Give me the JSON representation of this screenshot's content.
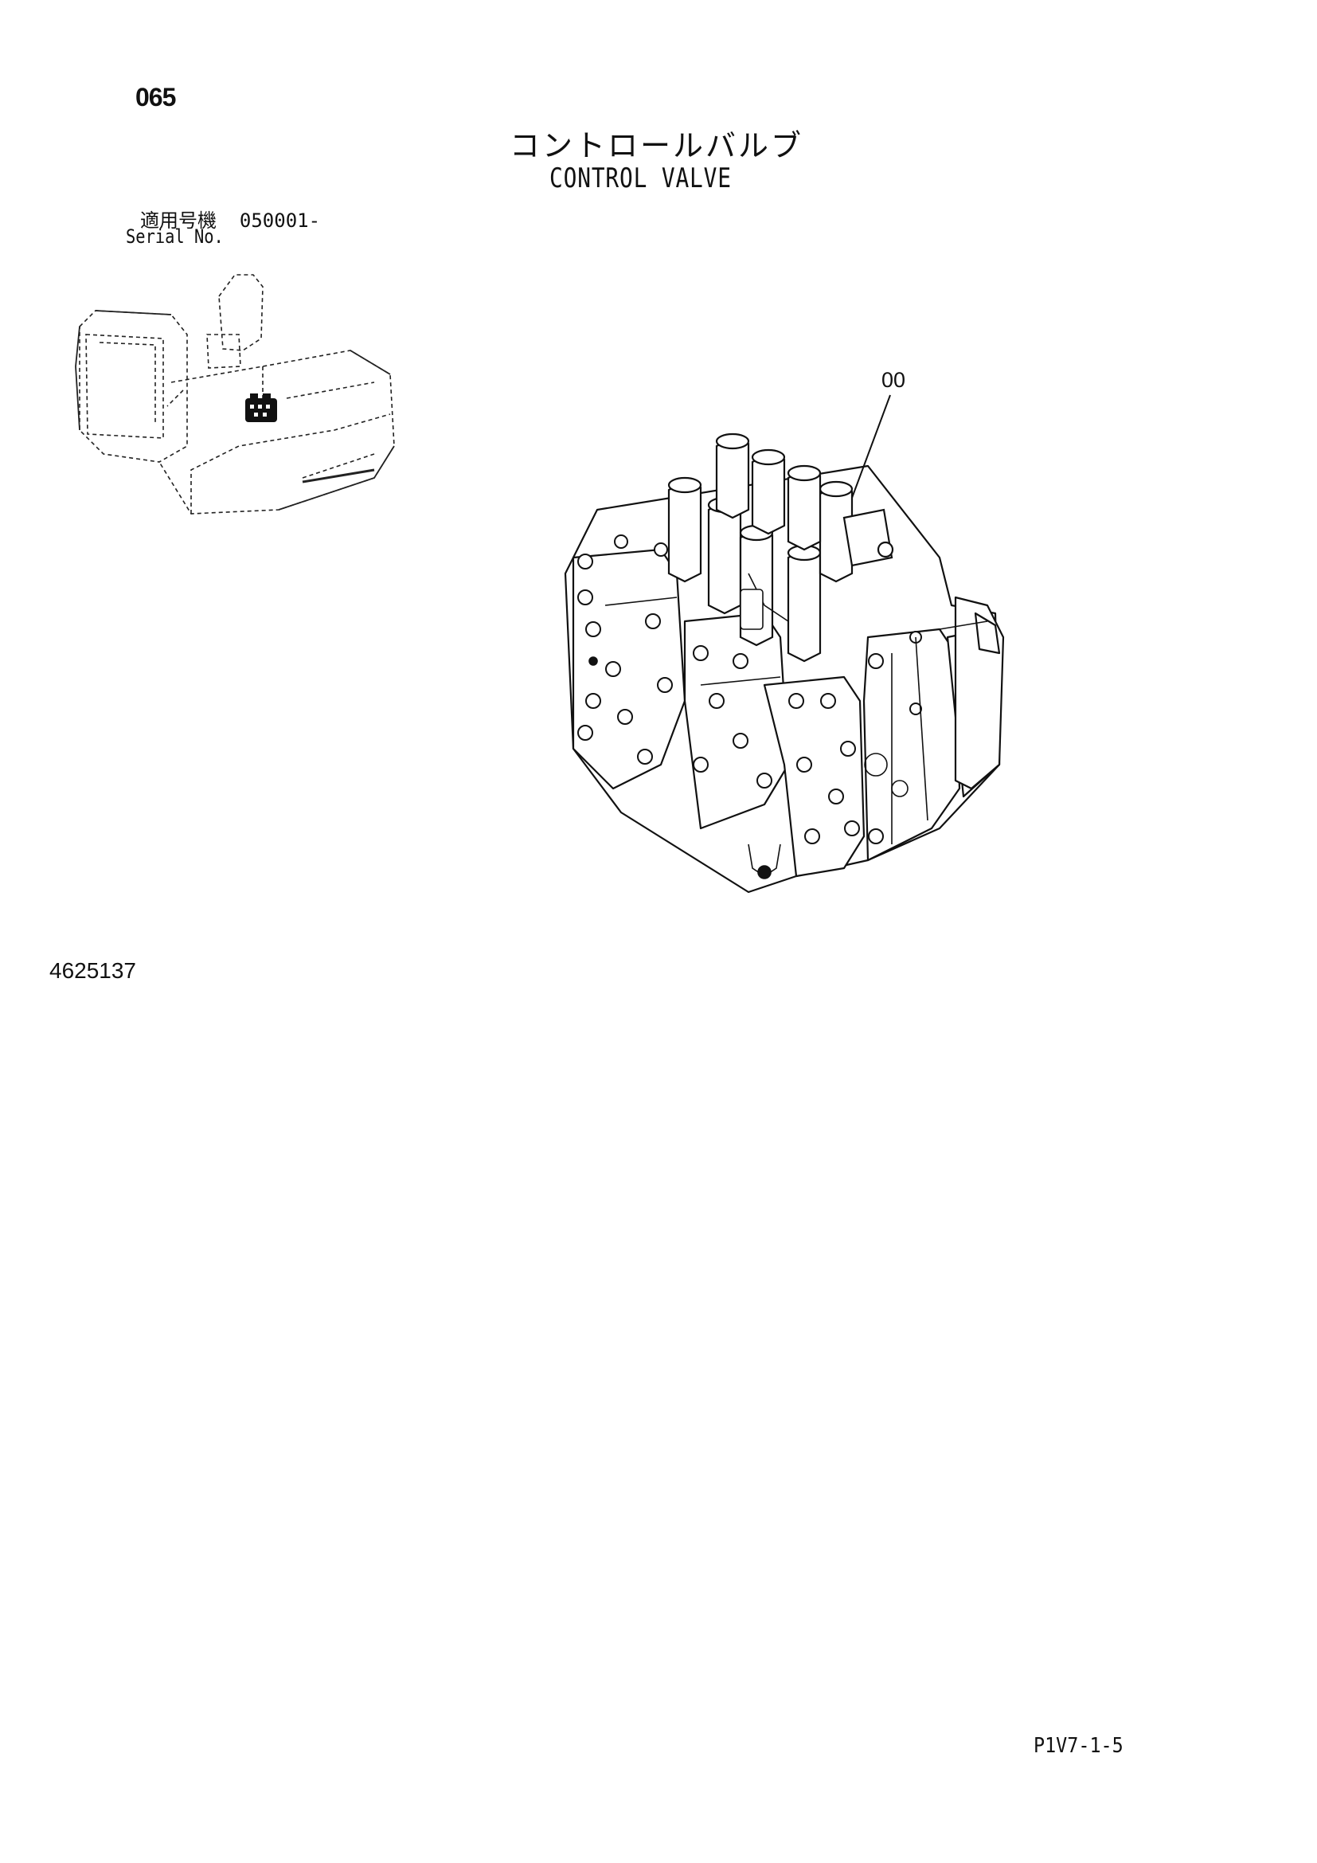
{
  "header": {
    "page_number": "065",
    "title_jp": "コントロールバルブ",
    "title_en": "CONTROL VALVE"
  },
  "serial": {
    "label_jp": "適用号機",
    "value": "050001-",
    "label_en": "Serial No."
  },
  "figure": {
    "callout": "00"
  },
  "footer": {
    "part_number": "4625137",
    "page_code": "P1V7-1-5"
  },
  "icons": [
    "excavator-location-illustration",
    "control-valve-illustration"
  ]
}
